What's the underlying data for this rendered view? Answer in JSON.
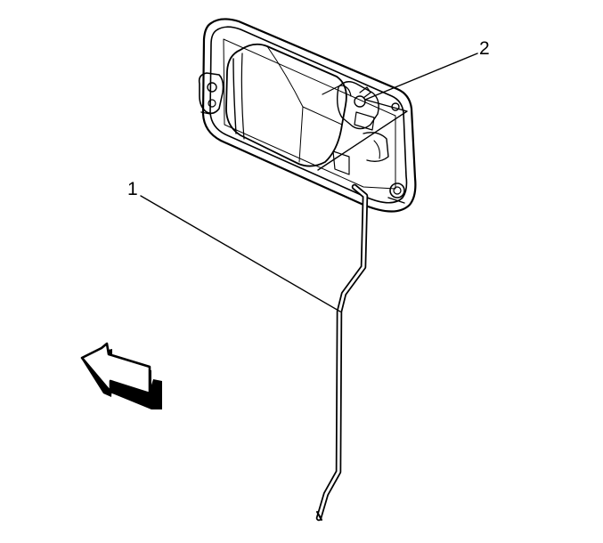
{
  "callouts": [
    {
      "id": "1",
      "text": "1"
    },
    {
      "id": "2",
      "text": "2"
    }
  ],
  "colors": {
    "background": "#ffffff",
    "line": "#000000",
    "arrow_shadow": "#000000"
  },
  "icons": {
    "direction_arrow": "left-arrow-icon"
  }
}
